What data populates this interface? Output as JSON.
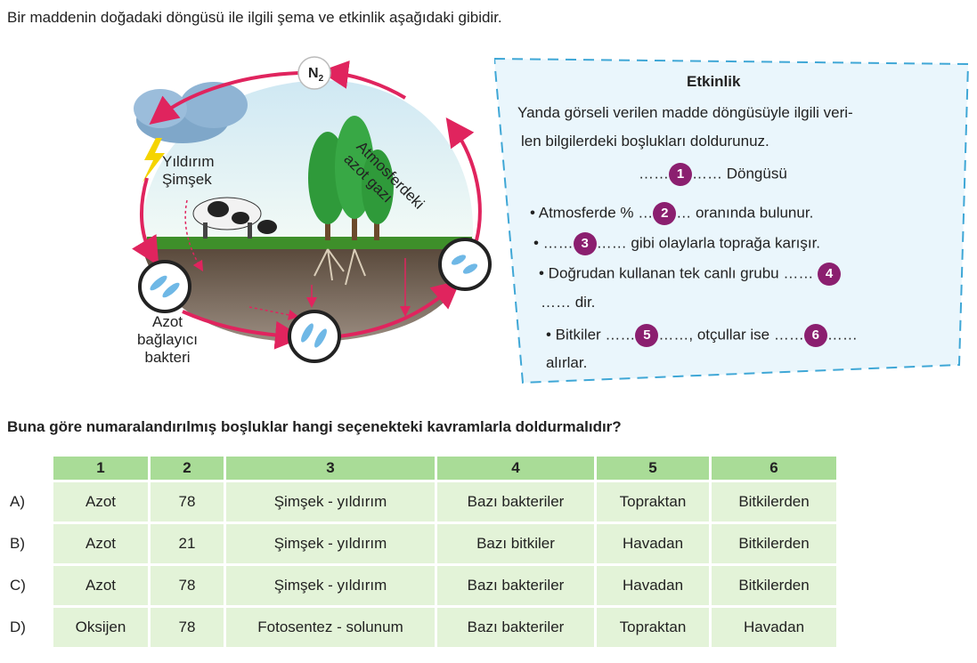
{
  "intro_text": "Bir maddenin doğadaki döngüsü ile ilgili şema ve etkinlik aşağıdaki gibidir.",
  "diagram": {
    "n2_label": "N",
    "n2_sub": "2",
    "atmosphere_label_1": "Atmosferdeki",
    "atmosphere_label_2": "azot gazı",
    "lightning_label_1": "Yıldırım",
    "lightning_label_2": "Şimşek",
    "bacteria_label_1": "Azot",
    "bacteria_label_2": "bağlayıcı",
    "bacteria_label_3": "bakteri"
  },
  "activity": {
    "title": "Etkinlik",
    "intro_line_1": "Yanda görseli verilen madde döngüsüyle ilgili veri-",
    "intro_line_2": "len bilgilerdeki boşlukları doldurunuz.",
    "cycle_before": "……",
    "cycle_num": "1",
    "cycle_after": "…… Döngüsü",
    "b1_before": "• Atmosferde % …",
    "b1_num": "2",
    "b1_after": "… oranında bulunur.",
    "b2_before": "• ……",
    "b2_num": "3",
    "b2_after": "…… gibi olaylarla toprağa karışır.",
    "b3_before": "• Doğrudan kullanan tek canlı grubu ……",
    "b3_num": "4",
    "b3_line2": "…… dir.",
    "b4_before": "• Bitkiler ……",
    "b4_num": "5",
    "b4_mid": "……, otçullar ise ……",
    "b4_num2": "6",
    "b4_after": "……",
    "b4_line2": "alırlar."
  },
  "question": "Buna göre numaralandırılmış boşluklar hangi seçenekteki kavramlarla doldurmalıdır?",
  "table": {
    "headers": [
      "1",
      "2",
      "3",
      "4",
      "5",
      "6"
    ],
    "rows": [
      {
        "label": "A)",
        "cells": [
          "Azot",
          "78",
          "Şimşek - yıldırım",
          "Bazı bakteriler",
          "Topraktan",
          "Bitkilerden"
        ]
      },
      {
        "label": "B)",
        "cells": [
          "Azot",
          "21",
          "Şimşek - yıldırım",
          "Bazı bitkiler",
          "Havadan",
          "Bitkilerden"
        ]
      },
      {
        "label": "C)",
        "cells": [
          "Azot",
          "78",
          "Şimşek - yıldırım",
          "Bazı bakteriler",
          "Havadan",
          "Bitkilerden"
        ]
      },
      {
        "label": "D)",
        "cells": [
          "Oksijen",
          "78",
          "Fotosentez - solunum",
          "Bazı bakteriler",
          "Topraktan",
          "Havadan"
        ]
      }
    ]
  },
  "colors": {
    "arrow": "#e0245e",
    "badge": "#8b1f6f",
    "header_green": "#a9dc97",
    "cell_green": "#e3f3d8",
    "panel_bg": "#eaf6fc",
    "panel_border": "#3fa7d6"
  }
}
